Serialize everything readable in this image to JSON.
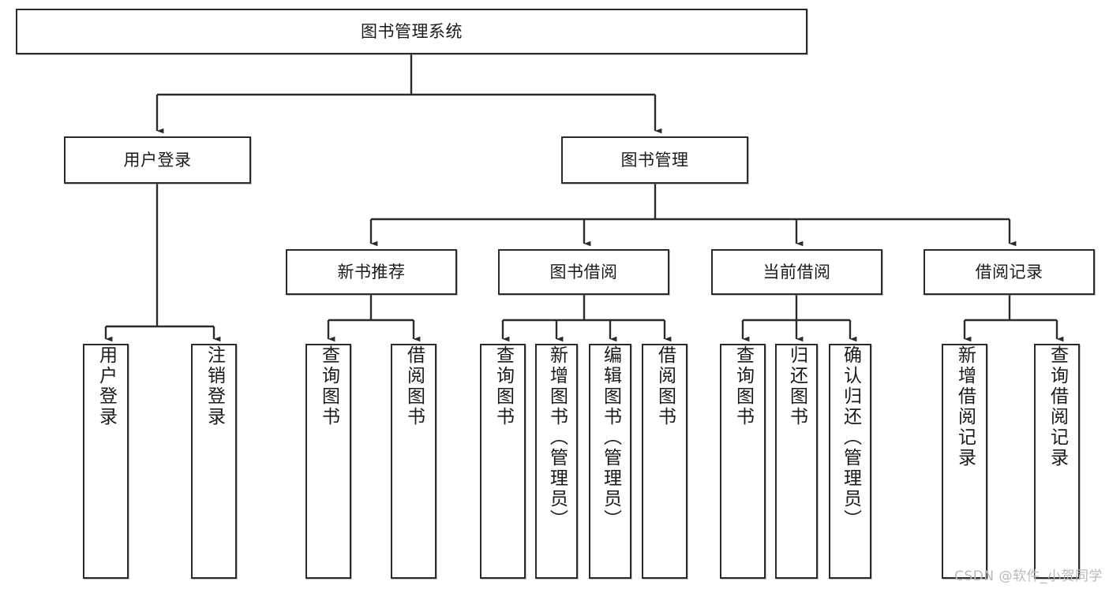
{
  "diagram": {
    "title": "图书管理系统",
    "type": "tree-hierarchy-diagram",
    "orientation": "top-down",
    "line_color": "#2b2b2b",
    "box_fill": "#ffffff",
    "text_color": "#1a1a1a",
    "background": "#ffffff"
  },
  "watermark": {
    "text": "CSDN @软件_小贺同学",
    "color": "#b9b9b9"
  },
  "nodes": {
    "root": {
      "label": "图书管理系统"
    },
    "level2": [
      {
        "label": "用户登录"
      },
      {
        "label": "图书管理"
      }
    ],
    "level3": [
      {
        "label": "新书推荐"
      },
      {
        "label": "图书借阅"
      },
      {
        "label": "当前借阅"
      },
      {
        "label": "借阅记录"
      }
    ],
    "leaves": {
      "user_login": [
        {
          "label": "用户登录"
        },
        {
          "label": "注销登录"
        }
      ],
      "new_book_recommend": [
        {
          "label": "查询图书"
        },
        {
          "label": "借阅图书"
        }
      ],
      "book_borrow": [
        {
          "label": "查询图书"
        },
        {
          "label": "新增图书（管理员）"
        },
        {
          "label": "编辑图书（管理员）"
        },
        {
          "label": "借阅图书"
        }
      ],
      "current_borrow": [
        {
          "label": "查询图书"
        },
        {
          "label": "归还图书"
        },
        {
          "label": "确认归还（管理员）"
        }
      ],
      "borrow_record": [
        {
          "label": "新增借阅记录"
        },
        {
          "label": "查询借阅记录"
        }
      ]
    }
  }
}
